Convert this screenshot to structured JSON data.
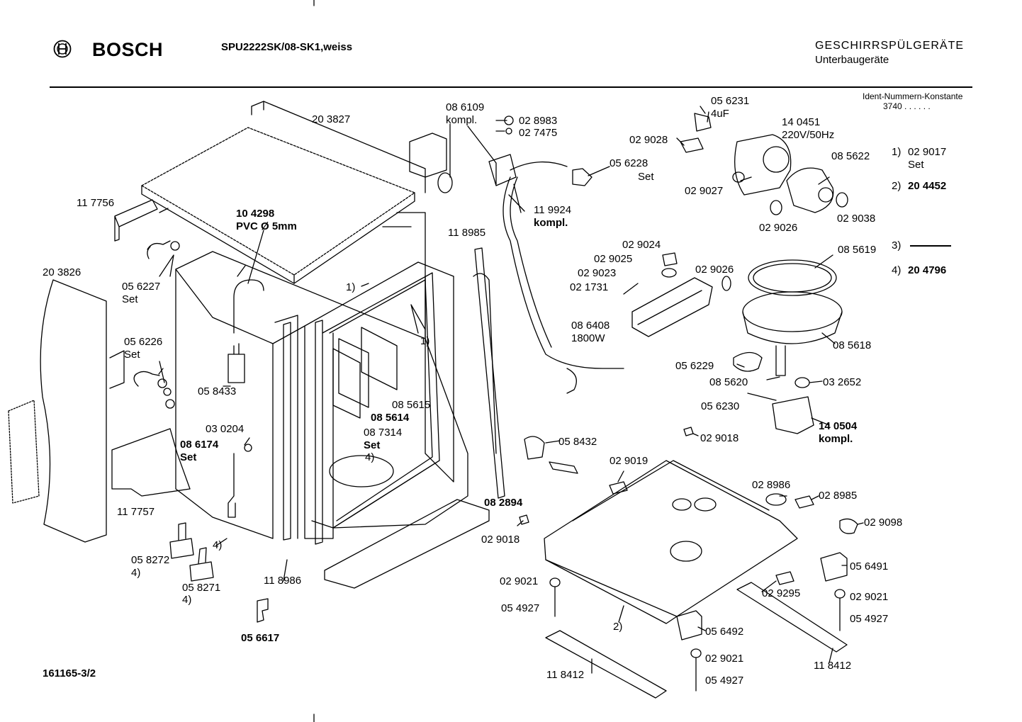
{
  "header": {
    "brand": "BOSCH",
    "model": "SPU2222SK/08-SK1,weiss",
    "category": "GESCHIRRSPÜLGERÄTE",
    "subcategory": "Unterbaugeräte",
    "ident_title": "Ident-Nummern-Konstante",
    "ident_value": "3740  . .   . . . ."
  },
  "footnotes": [
    {
      "key": "1)",
      "value": "02 9017",
      "extra": "Set"
    },
    {
      "key": "2)",
      "value": "20 4452"
    },
    {
      "key": "3)",
      "value": "———"
    },
    {
      "key": "4)",
      "value": "20 4796"
    }
  ],
  "drawing_number": "161165-3/2",
  "labels": {
    "p203827": "20 3827",
    "p117756": "11 7756",
    "p104298": "10 4298",
    "pvc": "PVC Ø 5mm",
    "p203826": "20 3826",
    "p056227": "05 6227",
    "set1": "Set",
    "p056226": "05 6226",
    "set2": "Set",
    "p058433": "05 8433",
    "p030204": "03 0204",
    "p086174": "08 6174",
    "set3": "Set",
    "p117757": "11 7757",
    "p058272": "05 8272",
    "n4a": "4)",
    "p058271": "05 8271",
    "n4b": "4)",
    "n4c": "4)",
    "p118986": "11 8986",
    "p056617": "05 6617",
    "p118985": "11 8985",
    "n1a": "1)",
    "n1b": "1)",
    "p085615": "08 5615",
    "p085614": "08 5614",
    "p087314": "08 7314",
    "set4": "Set",
    "n4d": "4)",
    "p082894": "08 2894",
    "p086109": "08 6109",
    "kompl1": "kompl.",
    "p028983": "02 8983",
    "p027475": "02 7475",
    "p119924": "11 9924",
    "kompl2": "kompl.",
    "p056228": "05 6228",
    "set5": "Set",
    "p056231": "05 6231",
    "uf": "4uF",
    "p029028": "02 9028",
    "p140451": "14 0451",
    "volt": "220V/50Hz",
    "p085622": "08 5622",
    "p029027": "02 9027",
    "p029026a": "02 9026",
    "p029038": "02 9038",
    "p029024": "02 9024",
    "p029025": "02 9025",
    "p029023": "02 9023",
    "p021731": "02 1731",
    "p029026b": "02 9026",
    "p086408": "08 6408",
    "watt": "1800W",
    "p085619": "08 5619",
    "p085618": "08 5618",
    "p056229": "05 6229",
    "p085620": "08 5620",
    "p032652": "03 2652",
    "p056230": "05 6230",
    "p140504": "14 0504",
    "kompl3": "kompl.",
    "p058432": "05 8432",
    "p029018a": "02 9018",
    "p029019": "02 9019",
    "p028986": "02 8986",
    "p028985": "02 8985",
    "p029098": "02 9098",
    "p029018b": "02 9018",
    "p029021a": "02 9021",
    "p054927a": "05 4927",
    "n2": "2)",
    "p056491": "05 6491",
    "p029295": "02 9295",
    "p029021b": "02 9021",
    "p054927b": "05 4927",
    "p056492": "05 6492",
    "p029021c": "02 9021",
    "p054927c": "05 4927",
    "p118412a": "11 8412",
    "p118412b": "11 8412"
  }
}
